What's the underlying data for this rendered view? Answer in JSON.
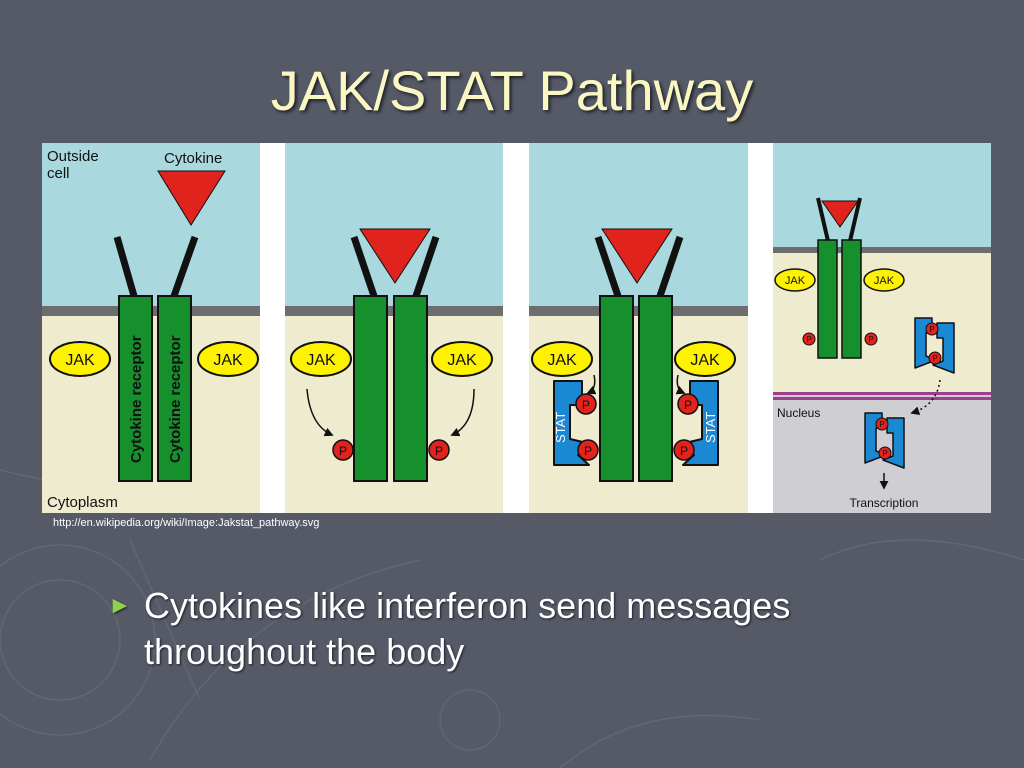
{
  "slide": {
    "title": "JAK/STAT Pathway",
    "credit": "http://en.wikipedia.org/wiki/Image:Jakstat_pathway.svg",
    "bullet": "Cytokines like interferon send messages throughout the body"
  },
  "diagram": {
    "outside_cell": [
      "Outside",
      "cell"
    ],
    "cytokine": "Cytokine",
    "receptor": "Cytokine receptor",
    "jak": "JAK",
    "p": "P",
    "stat": "STAT",
    "cytoplasm": "Cytoplasm",
    "nucleus": "Nucleus",
    "transcription": "Transcription"
  },
  "colors": {
    "background": "#555a66",
    "title": "#fbf7c2",
    "outside": "#a9d9df",
    "cytoplasm": "#eeebcf",
    "nucleus": "#cfcfd3",
    "membrane": "#6d6d6d",
    "receptor": "#15902c",
    "cytokine": "#e0231c",
    "jak": "#fff200",
    "stat": "#1b88d4",
    "phosphate": "#e0231c",
    "nuclear_envelope": "#9e3f8e",
    "bullet_marker": "#8fd14f"
  }
}
